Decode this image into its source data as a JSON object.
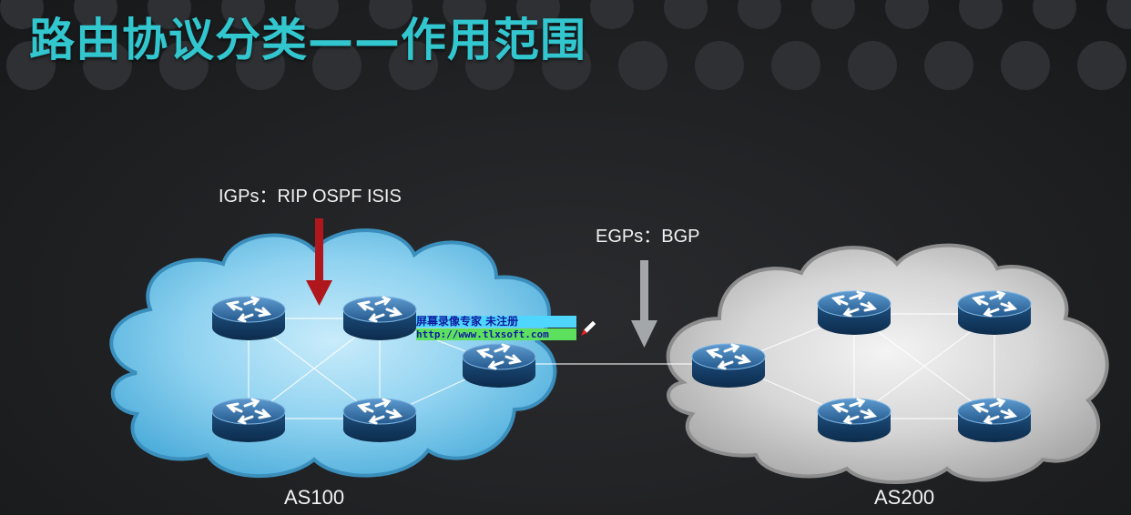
{
  "slide": {
    "title": "路由协议分类——作用范围",
    "title_color": "#32c6cf"
  },
  "labels": {
    "igps": "IGPs：RIP  OSPF   ISIS",
    "egps": "EGPs：BGP",
    "as_left": "AS100",
    "as_right": "AS200"
  },
  "watermark": {
    "line1": "屏幕录像专家    未注册",
    "line2": "http://www.tlxsoft.com"
  },
  "colors": {
    "cloud_left": "#6fc3e8",
    "cloud_right": "#d3d3d3",
    "arrow_igp": "#b0171d",
    "arrow_egp": "#a4a7a9",
    "router": "#1e5c8c"
  }
}
